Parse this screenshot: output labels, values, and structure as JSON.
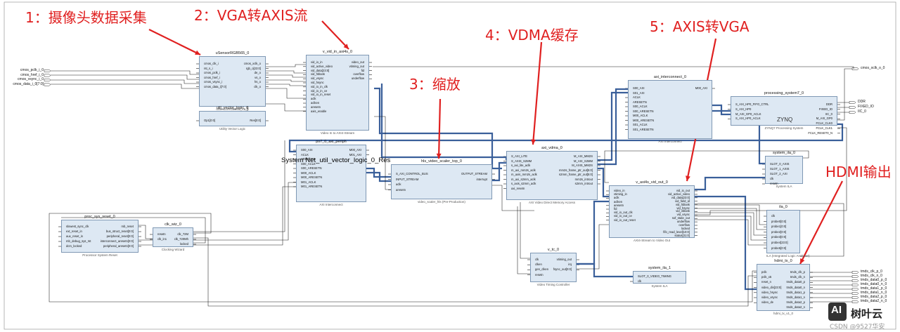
{
  "annotations": [
    "1：摄像头数据采集",
    "2：VGA转AXIS流",
    "3：缩放",
    "4：VDMA缓存",
    "5：AXIS转VGA",
    "HDMI输出"
  ],
  "overlay_text": "System Net_util_vector_logic_0_Res",
  "ports_left": [
    "cmos_pclk_i_0",
    "cmos_href_i_0",
    "cmos_vsync_i_0",
    "cmos_data_i_0[7:0]"
  ],
  "ports_right": [
    "cmos_xclk_o_0",
    "DDR",
    "FIXED_IO",
    "IIC_0",
    "tmds_clk_p_0",
    "tmds_clk_n_0",
    "tmds_data0_p_0",
    "tmds_data0_n_0",
    "tmds_data1_p_0",
    "tmds_data1_n_0",
    "tmds_data2_p_0",
    "tmds_data2_n_0"
  ],
  "blocks": {
    "usensor": {
      "title": "uSensorRGB565_0",
      "subtitle": "uSensorRGB565_v1_0",
      "in": [
        "cmos_clk_i",
        "rst_n_i",
        "cmos_pclk_i",
        "cmos_href_i",
        "cmos_vsync_i",
        "cmos_data_i[7:0]"
      ],
      "out": [
        "cmos_xclk_o",
        "rgb_o[23:0]",
        "de_o",
        "vs_o",
        "hs_o",
        "clk_o"
      ]
    },
    "util": {
      "title": "util_vector_logic_0",
      "subtitle": "Utility Vector Logic",
      "in": [
        "Op1[0:0]"
      ],
      "out": [
        "Res[0:0]"
      ]
    },
    "v_vid_in": {
      "title": "v_vid_in_axi4s_0",
      "subtitle": "Video In to AXI4-Stream",
      "in": [
        "vid_io_in",
        "vid_active_video",
        "vid_data[23:0]",
        "vid_hblank",
        "vid_vsync",
        "vid_hsync",
        "vid_io_in_clk",
        "vid_io_in_ce",
        "vid_io_in_reset",
        "aclk",
        "aclken",
        "aresetn",
        "axis_enable"
      ],
      "out": [
        "video_out",
        "vtiming_out",
        "fid",
        "overflow",
        "underflow"
      ]
    },
    "ps7_axi": {
      "title": "ps7_0_axi_periph",
      "subtitle": "AXI Interconnect",
      "in": [
        "S00_AXI",
        "ACLK",
        "ARESETN",
        "S00_ACLK",
        "S00_ARESETN",
        "M00_ACLK",
        "M00_ARESETN",
        "M01_ACLK",
        "M01_ARESETN"
      ],
      "out": [
        "M00_AXI",
        "M01_AXI"
      ]
    },
    "hls_scaler": {
      "title": "hls_video_scaler_top_0",
      "subtitle": "video_scaler_hls (Pre-Production)",
      "in": [
        "S_AXI_CONTROL_BUS",
        "INPUT_STREAM",
        "aclk",
        "aresetn"
      ],
      "out": [
        "OUTPUT_STREAM",
        "interrupt"
      ]
    },
    "vdma": {
      "title": "axi_vdma_0",
      "subtitle": "AXI Video Direct Memory Access",
      "in": [
        "S_AXI_LITE",
        "S_AXIS_S2MM",
        "s_axi_lite_aclk",
        "m_axi_mm2s_aclk",
        "m_axis_mm2s_aclk",
        "m_axi_s2mm_aclk",
        "s_axis_s2mm_aclk",
        "axi_resetn"
      ],
      "out": [
        "M_AXI_MM2S",
        "M_AXI_S2MM",
        "M_AXIS_MM2S",
        "mm2s_frame_ptr_out[5:0]",
        "s2mm_frame_ptr_out[5:0]",
        "mm2s_introut",
        "s2mm_introut"
      ]
    },
    "axi_ic": {
      "title": "axi_interconnect_0",
      "subtitle": "AXI Interconnect",
      "in": [
        "S00_AXI",
        "S01_AXI",
        "ACLK",
        "ARESETN",
        "S00_ACLK",
        "S00_ARESETN",
        "M00_ACLK",
        "M00_ARESETN",
        "S01_ACLK",
        "S01_ARESETN"
      ],
      "out": [
        "M00_AXI"
      ]
    },
    "ps7": {
      "title": "processing_system7_0",
      "subtitle": "ZYNQ7 Processing System",
      "logo": "ZYNQ",
      "in": [
        "S_AXI_HP0_FIFO_CTRL",
        "S_AXI_HP0",
        "M_AXI_GP0_ACLK",
        "S_AXI_HP0_ACLK"
      ],
      "out": [
        "DDR",
        "FIXED_IO",
        "IIC_0",
        "M_AXI_GP0",
        "FCLK_CLK0",
        "FCLK_CLK1",
        "FCLK_RESET0_N"
      ]
    },
    "ila0": {
      "title": "system_ila_0",
      "subtitle": "System ILA",
      "in": [
        "SLOT_0_AXIS",
        "SLOT_1_AXIS",
        "SLOT_2_AXI",
        "clk",
        "resetn"
      ]
    },
    "v_axi4s_out": {
      "title": "v_axi4s_vid_out_0",
      "subtitle": "AXI4-Stream to Video Out",
      "in": [
        "video_in",
        "vtiming_in",
        "aclk",
        "aclken",
        "aresetn",
        "fid",
        "vid_io_out_clk",
        "vid_io_out_ce",
        "vid_io_out_reset"
      ],
      "out": [
        "vid_io_out",
        "vid_active_video",
        "vid_data[23:0]",
        "vid_field_id",
        "vid_hblank",
        "vid_hsync",
        "vid_vblank",
        "vid_vsync",
        "sof_state_out",
        "underflow",
        "overflow",
        "locked",
        "fifo_read_level[10:0]",
        "status[31:0]"
      ]
    },
    "ila_ip": {
      "title": "ila_0",
      "subtitle": "ILA (Integrated Logic Analyzer)",
      "in": [
        "clk",
        "probe0[0:0]",
        "probe1[0:0]",
        "probe2[0:0]",
        "probe3[0:0]",
        "probe4[23:0]",
        "probe5[0:0]"
      ]
    },
    "proc_rst": {
      "title": "proc_sys_reset_0",
      "subtitle": "Processor System Reset",
      "in": [
        "slowest_sync_clk",
        "ext_reset_in",
        "aux_reset_in",
        "mb_debug_sys_rst",
        "dcm_locked"
      ],
      "out": [
        "mb_reset",
        "bus_struct_reset[0:0]",
        "peripheral_reset[0:0]",
        "interconnect_aresetn[0:0]",
        "peripheral_aresetn[0:0]"
      ]
    },
    "clk_wiz": {
      "title": "clk_wiz_0",
      "subtitle": "Clocking Wizard",
      "in": [
        "resetn",
        "clk_in1"
      ],
      "out": [
        "clk_72M",
        "clk_720Mh",
        "locked"
      ]
    },
    "v_tc": {
      "title": "v_tc_0",
      "subtitle": "Video Timing Controller",
      "in": [
        "clk",
        "clken",
        "gen_clken",
        "resetn"
      ],
      "out": [
        "vtiming_out",
        "irq",
        "fsync_out[0:0]"
      ]
    },
    "ila1": {
      "title": "system_ila_1",
      "subtitle": "System ILA",
      "in": [
        "SLOT_0_VIDEO_TIMING",
        "clk"
      ]
    },
    "hdmi": {
      "title": "hdmi_tx_0",
      "subtitle": "hdmi_tx_v1_0",
      "in": [
        "pclk",
        "pclk_x5",
        "reset_n",
        "video_din[23:0]",
        "video_hsync",
        "video_vsync",
        "video_de"
      ],
      "out": [
        "tmds_clk_p",
        "tmds_clk_n",
        "tmds_data0_p",
        "tmds_data0_n",
        "tmds_data1_p",
        "tmds_data1_n",
        "tmds_data2_p",
        "tmds_data2_n"
      ]
    }
  },
  "watermark": {
    "logo": "AI",
    "brand": "树叶云",
    "credit": "CSDN @9527华安"
  },
  "colors": {
    "annotation": "#e02020",
    "block_fill": "#dde8f3",
    "block_border": "#7f98b4",
    "bus": "#3a5f9a",
    "wire": "#1a1a1a"
  }
}
